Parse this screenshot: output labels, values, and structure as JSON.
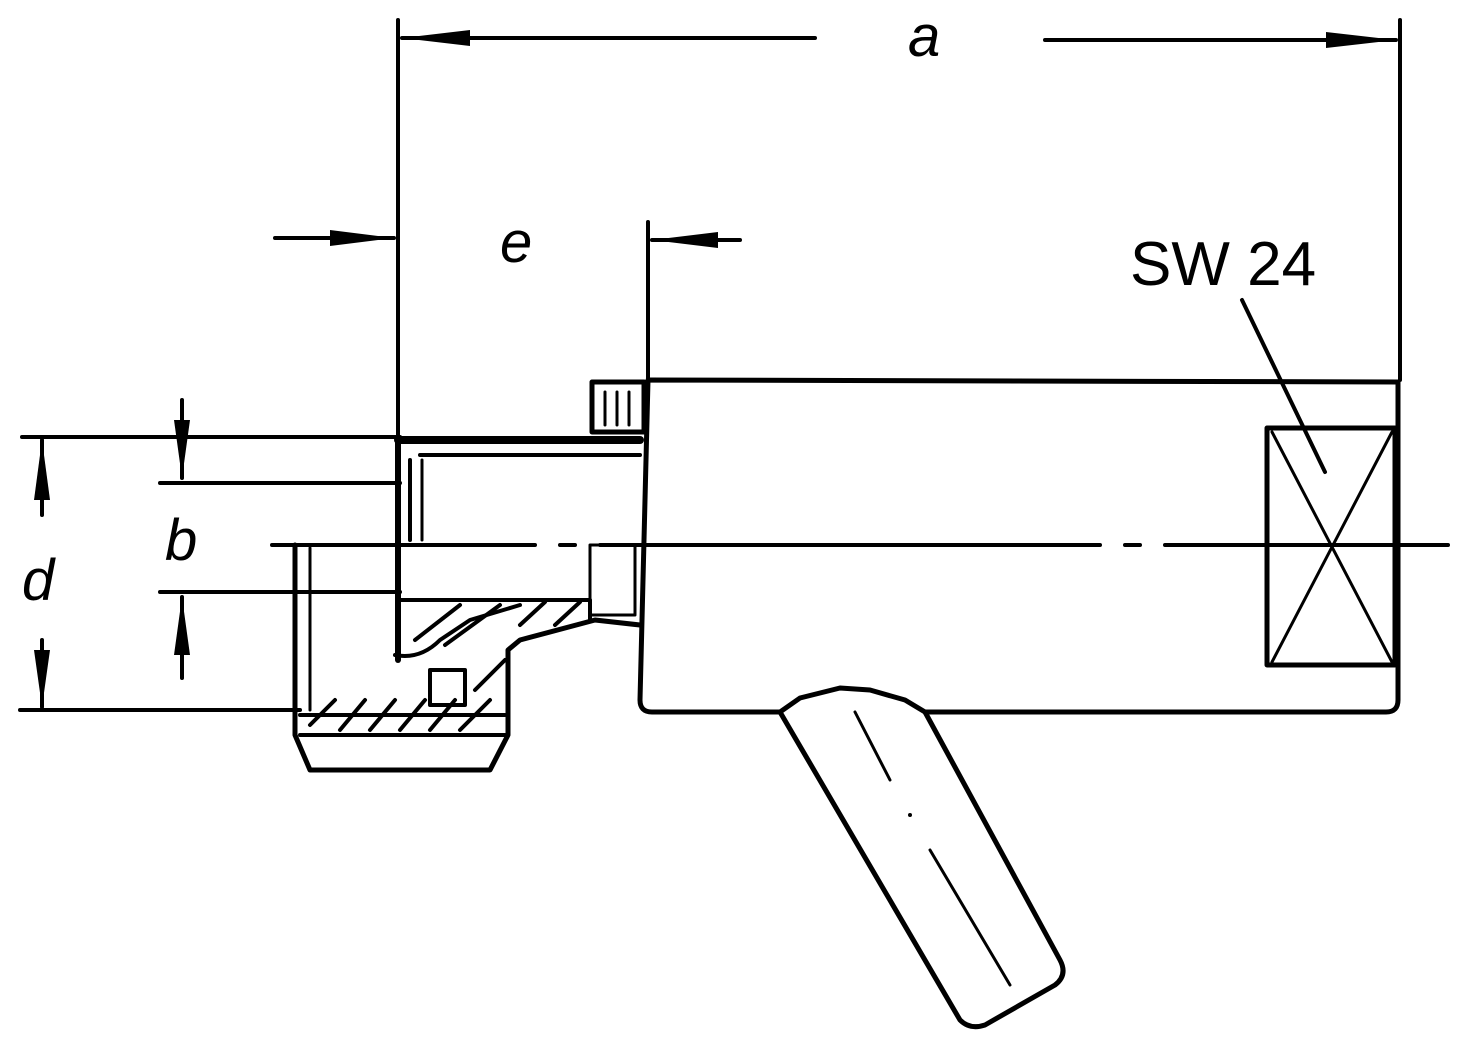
{
  "labels": {
    "a": "a",
    "e": "e",
    "b": "b",
    "d": "d",
    "sw": "SW 24"
  },
  "colors": {
    "ink": "#000000",
    "paper": "#ffffff"
  }
}
